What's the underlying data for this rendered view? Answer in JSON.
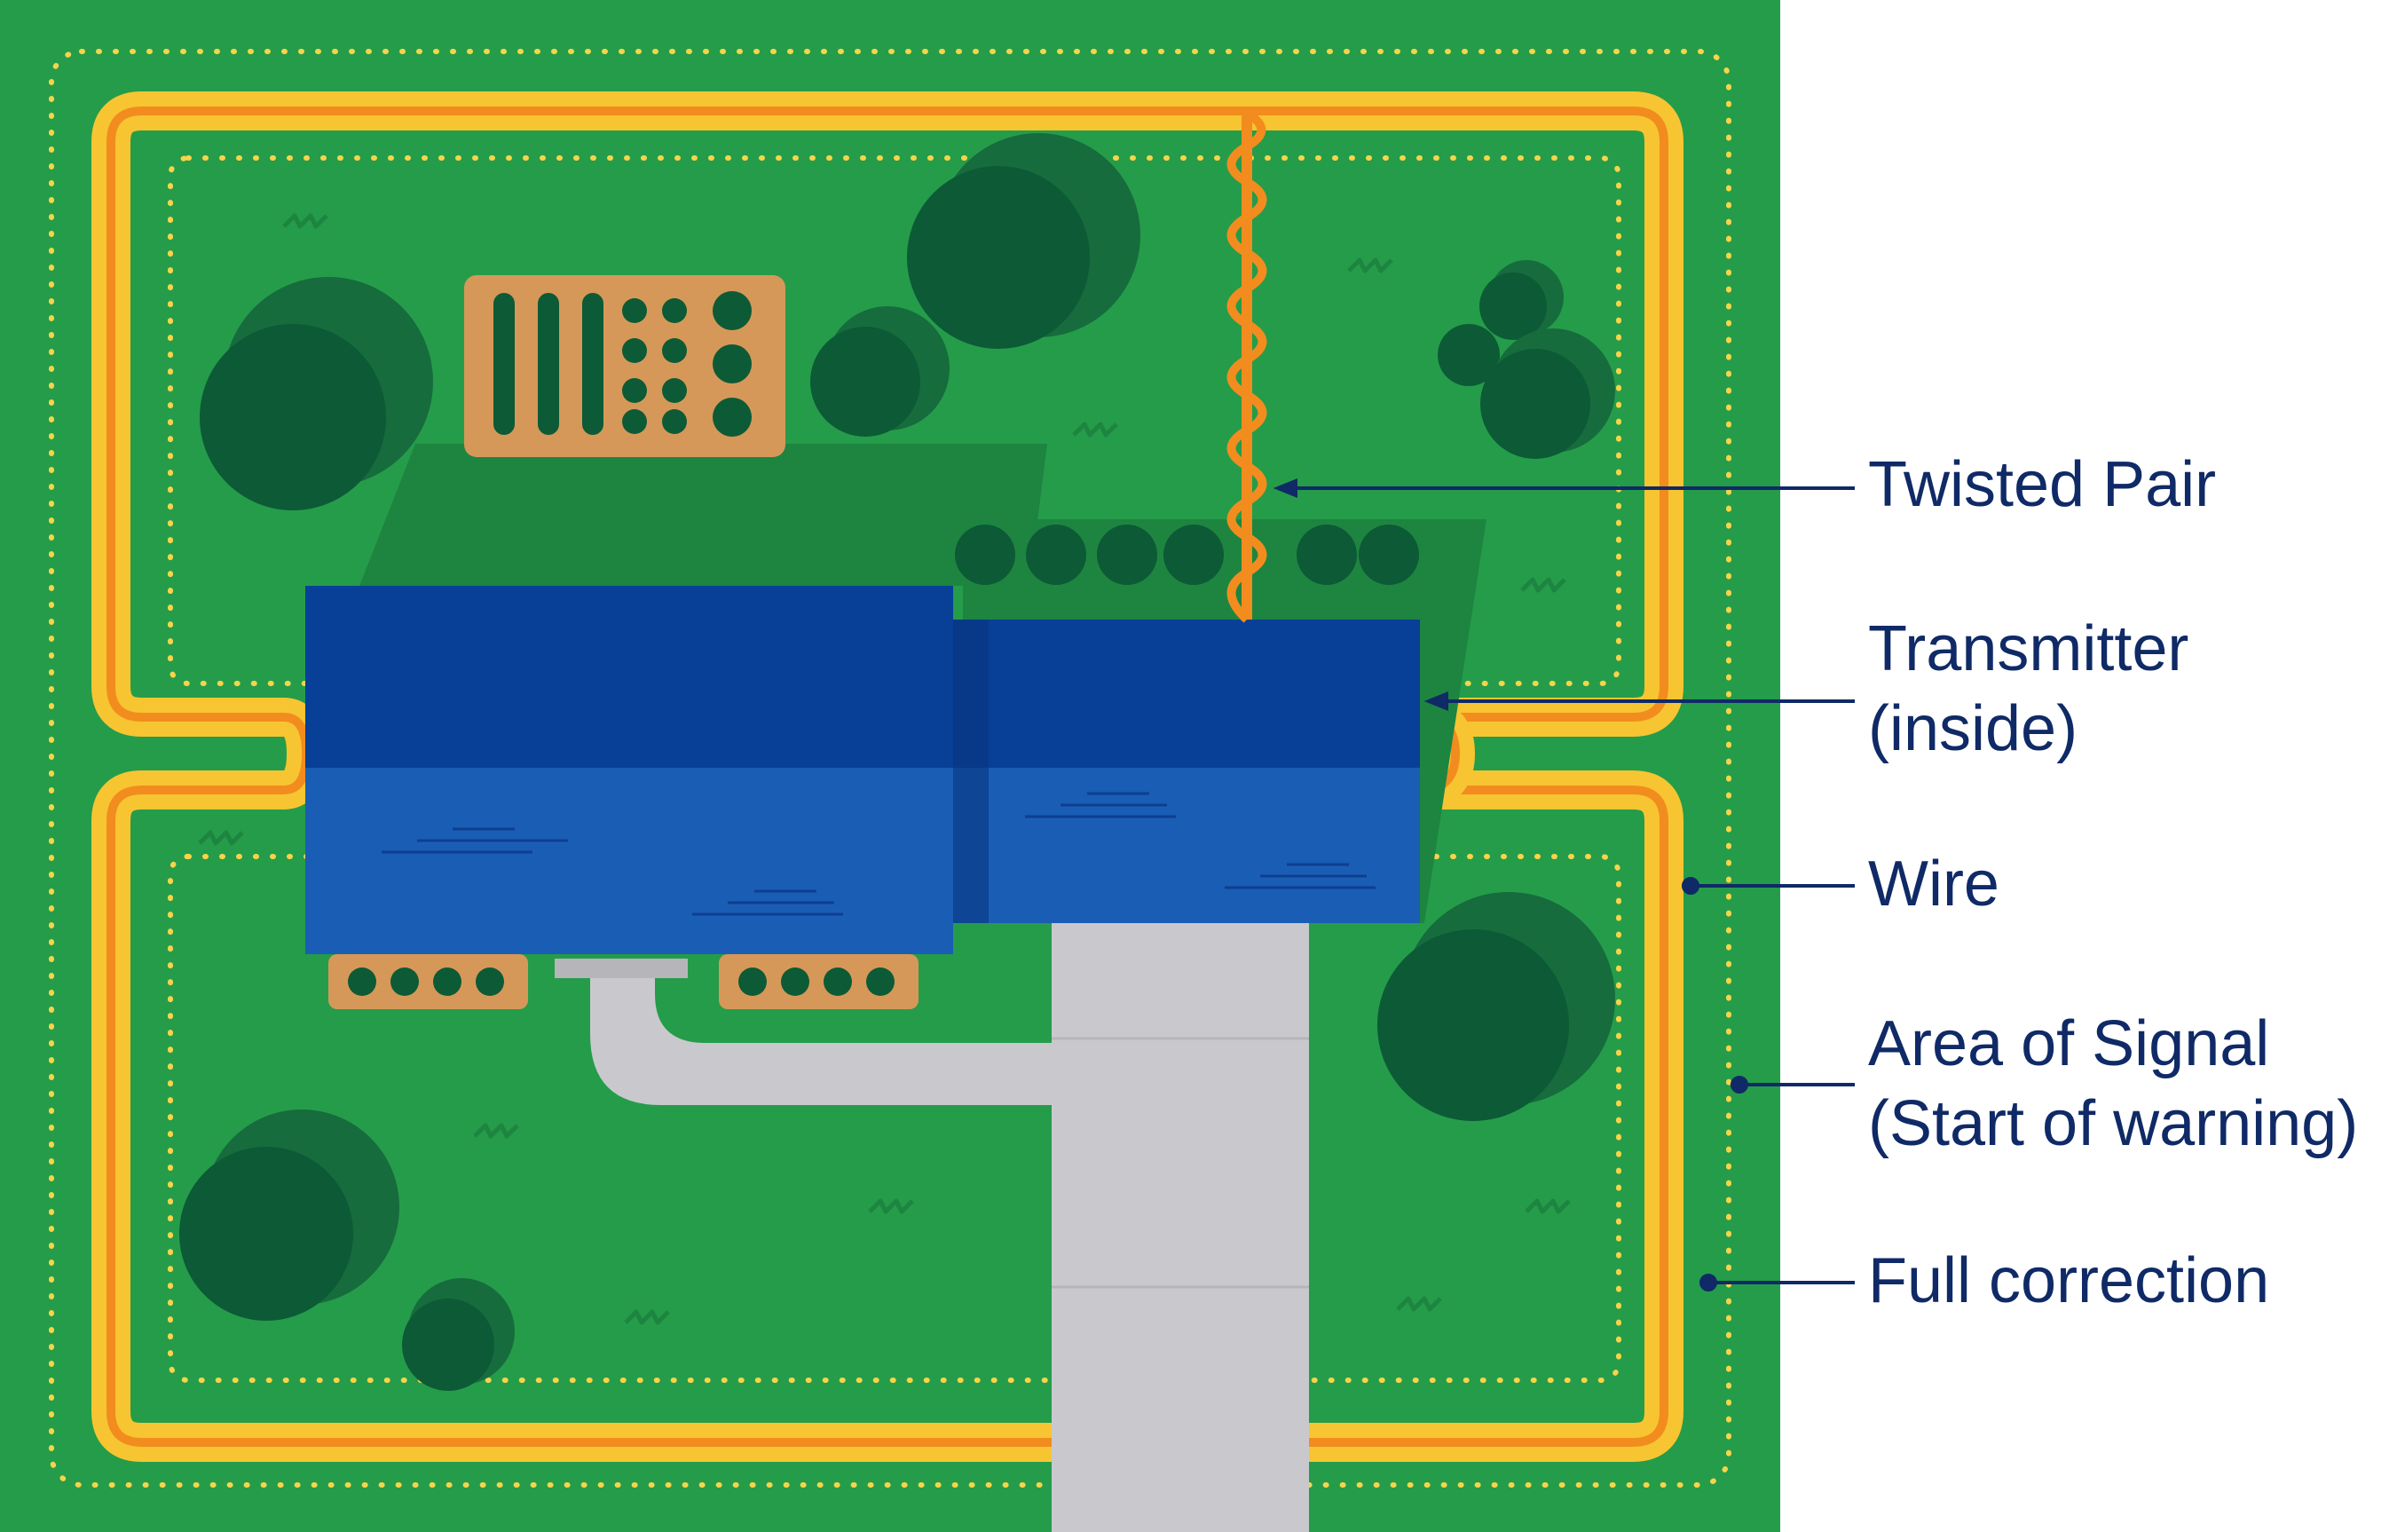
{
  "labels": {
    "twisted_pair": "Twisted Pair",
    "transmitter_line1": "Transmitter",
    "transmitter_line2": "(inside)",
    "wire": "Wire",
    "area_line1": "Area of Signal",
    "area_line2": "(Start of warning)",
    "full_correction": "Full correction"
  },
  "colors": {
    "lawn": "#259c4a",
    "lawn_shadow": "#1d8540",
    "wire_outer": "#f7c531",
    "wire_inner": "#f28c1e",
    "signal_dots": "#f7d44a",
    "roof_dark": "#083f97",
    "roof_light": "#1a5db4",
    "driveway": "#c9c9cd",
    "tree_dark": "#0d5a36",
    "tree_mid": "#166c3d",
    "garden_bed": "#d69858",
    "label_text": "#0f2a66"
  },
  "icons": [
    "tree-icon",
    "shrub-icon",
    "grass-tuft-icon",
    "brick-pattern-icon",
    "garden-bed-icon"
  ]
}
